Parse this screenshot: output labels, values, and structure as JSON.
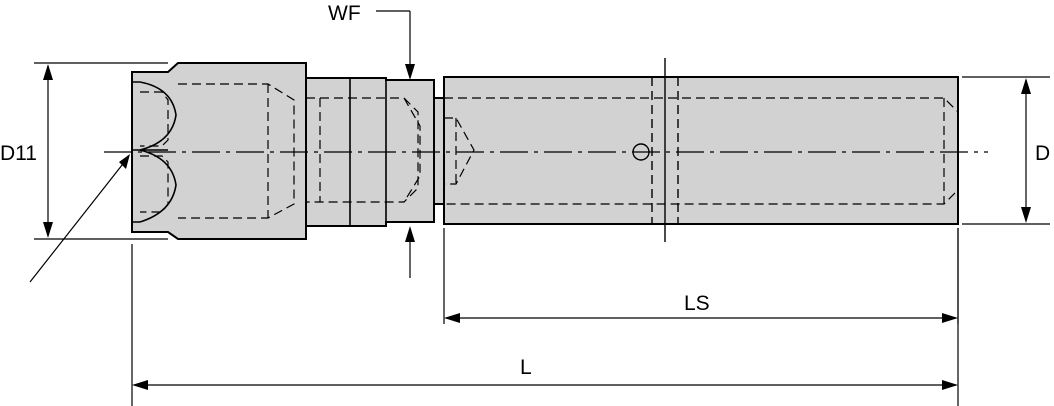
{
  "labels": {
    "wf": "WF",
    "d11": "D11",
    "d": "D",
    "ls": "LS",
    "l": "L"
  },
  "colors": {
    "body": "#d2d2d2",
    "line": "#000000",
    "background": "#ffffff"
  }
}
